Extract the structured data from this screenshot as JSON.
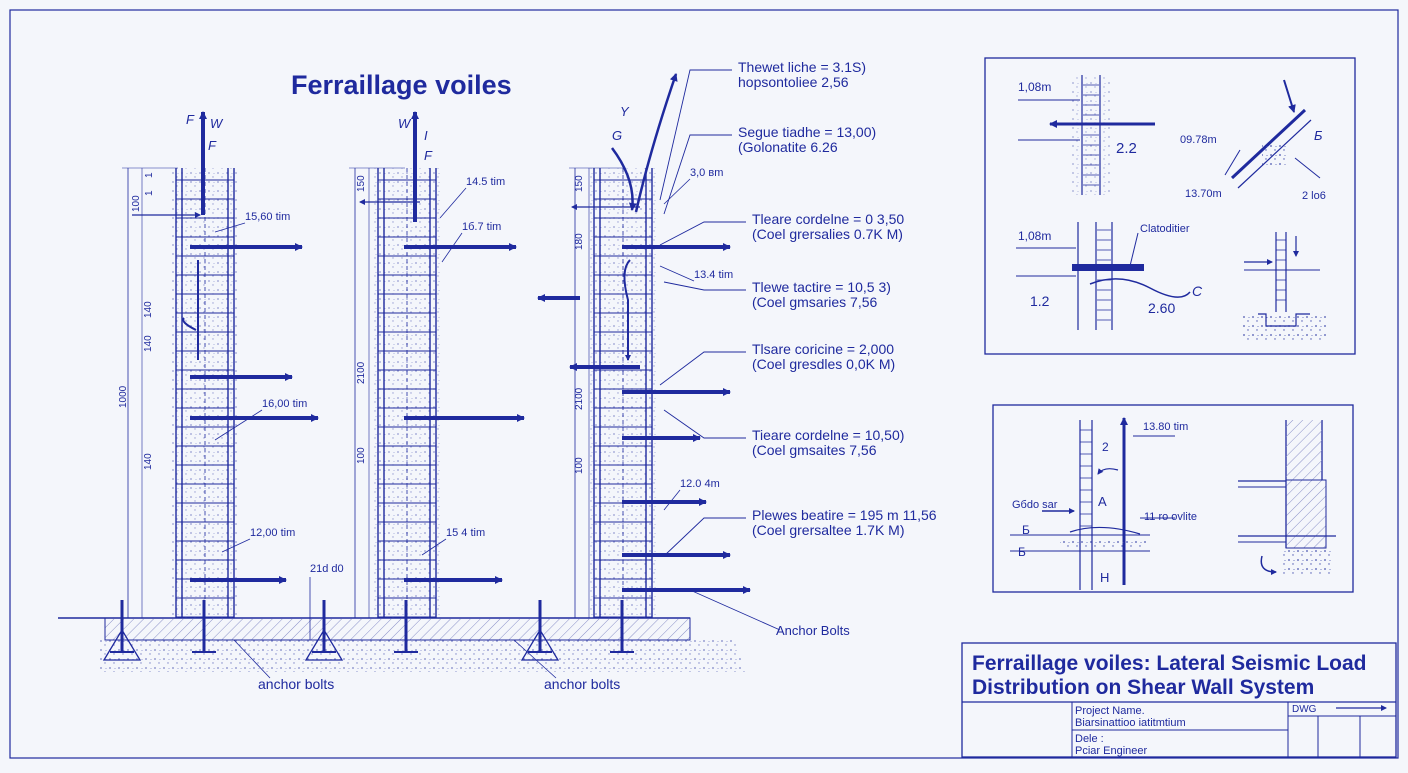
{
  "colors": {
    "ink": "#1f2a9e",
    "paper": "#f4f6fb",
    "hatch": "#8a90c8"
  },
  "sheet_title": "Ferraillage voiles",
  "walls": [
    {
      "top_letters": [
        "F",
        "W",
        "F"
      ],
      "dims": [
        "1",
        "1",
        "100",
        "140",
        "140",
        "140",
        "1000"
      ],
      "labels": [
        "15,60 tim",
        "16,00 tim",
        "12,00 tim"
      ],
      "base_dim": "21d d0"
    },
    {
      "top_letters": [
        "W",
        "I",
        "F"
      ],
      "dims": [
        "150",
        "2100",
        "100"
      ],
      "labels": [
        "14.5 tim",
        "1б.7 tim",
        "15 4 tim"
      ]
    },
    {
      "top_letters": [
        "Y",
        "G"
      ],
      "dims": [
        "150",
        "180",
        "2100",
        "100"
      ],
      "labels": [
        "3,0 вm",
        "13.4 tim",
        "12.0 4m"
      ]
    }
  ],
  "callouts": [
    [
      "Thewet liche = 3.1S)",
      "hopsontoliee 2,56"
    ],
    [
      "Segue tiadhe = 13,00)",
      "(Golonatite 6.26"
    ],
    [
      "Tleare cordelne = 0 3,50",
      "(Coel grersalies 0.7K M)"
    ],
    [
      "Tlewe tactire = 10,5  3)",
      "(Coel gmsaries 7,56"
    ],
    [
      "Tlsare coricine = 2,000",
      "(Coel gresdles 0,0K M)"
    ],
    [
      "Tieare cordelne = 10,50)",
      "(Coel gmsaites 7,56"
    ],
    [
      "Plewes beatire = 195 m 11,56",
      "(Coel grersaltee 1.7K M)"
    ]
  ],
  "ground_labels": [
    "anchor bolts",
    "anchor bolts",
    "Anchor Bolts"
  ],
  "detail1": {
    "tl": {
      "dim": "1,08m",
      "label": "2.2"
    },
    "tr": {
      "dim1": "09.78m",
      "dim2": "13.70m",
      "dim3": "2 lо6",
      "letter": "Б"
    },
    "bl": {
      "dim": "1,08m",
      "label_top": "Clatoditier",
      "left": "1.2",
      "right": "2.60",
      "letter": "C"
    }
  },
  "detail2": {
    "dim": "13.80 tim",
    "num": "2",
    "left": "Gбdo sar",
    "right": "11 ro ovlite",
    "a": "A",
    "b1": "Б",
    "b2": "Б",
    "h": "H"
  },
  "title_block": {
    "line1": "Ferraillage voiles: Lateral Seismic Load",
    "line2": "Distribution on Shear Wall System",
    "project_label": "Project Name.",
    "project_value": "Biarsinattioo iatitmtium",
    "date_label": "Dele :",
    "engineer": "Pciar Engineer",
    "dwg": "DWG"
  }
}
